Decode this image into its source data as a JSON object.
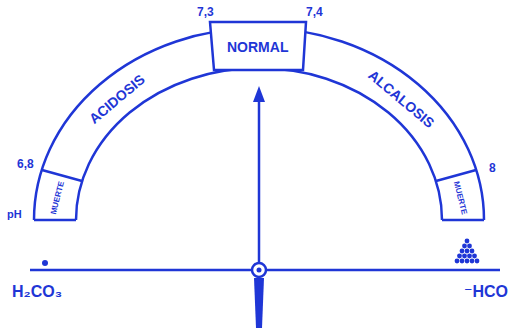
{
  "diagram": {
    "nodes": [
      {
        "text": [
          "MUERTE"
        ]
      },
      {
        "text": [
          "ACIDOSIS"
        ]
      },
      {
        "text": [
          "NORMAL"
        ]
      },
      {
        "text": [
          "ALCALOSIS"
        ]
      },
      {
        "text": [
          "MUERTE"
        ]
      }
    ],
    "labels": [
      "7,3",
      "7,4",
      "6,8",
      "8",
      "pH",
      "H₂CO₃",
      "⁻HCO"
    ]
  }
}
